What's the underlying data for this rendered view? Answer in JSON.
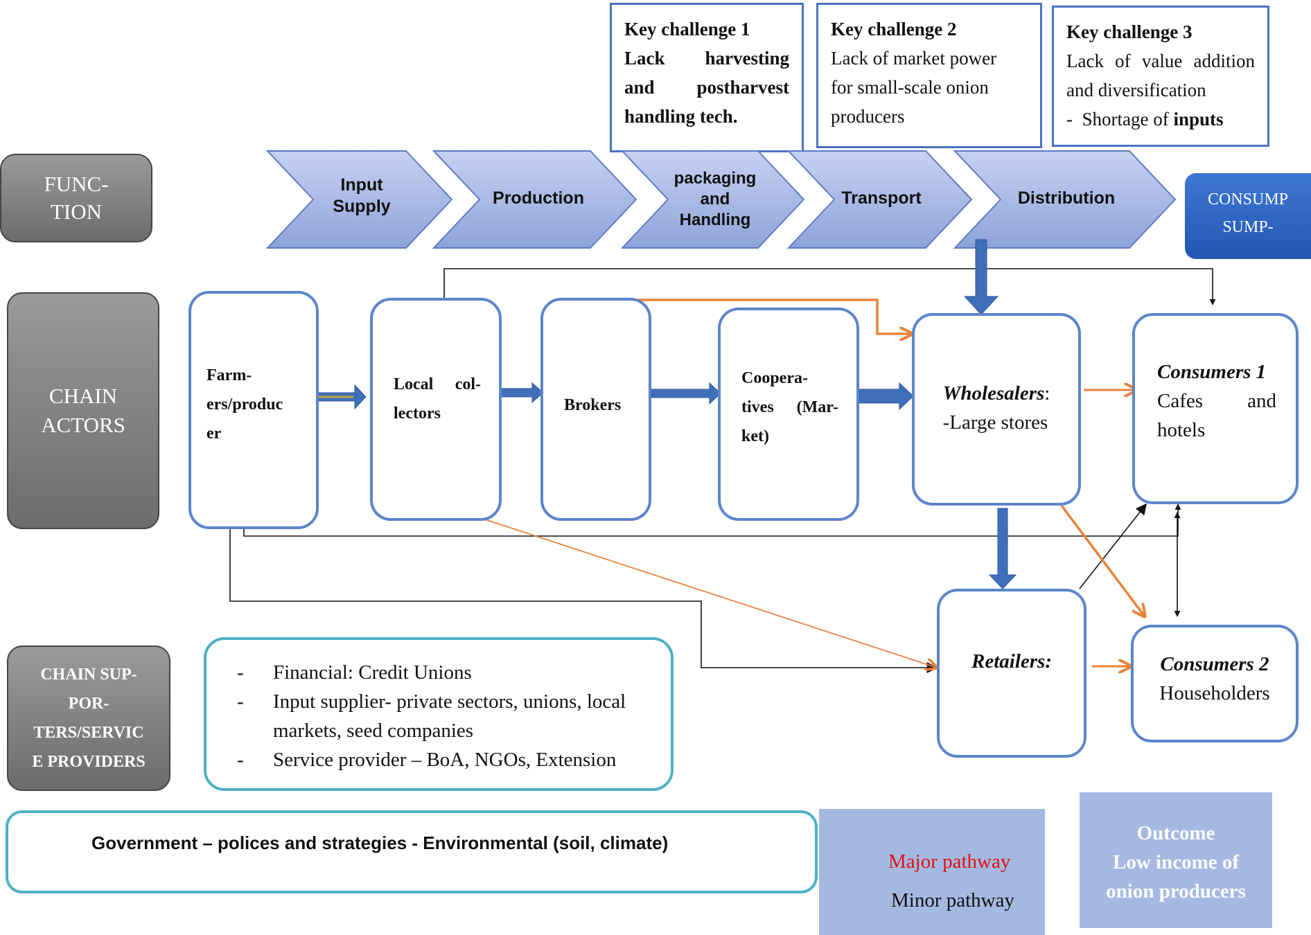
{
  "key_challenges": [
    {
      "title": "Key challenge 1",
      "lines": [
        "Lack harvesting",
        "and postharvest",
        "handling tech."
      ]
    },
    {
      "title": "Key challenge 2",
      "lines": [
        "Lack of market power",
        "for small-scale onion",
        "producers"
      ]
    },
    {
      "title": "Key challenge 3",
      "lines": [
        "Lack of value addition",
        "and diversification"
      ],
      "bullet_prefix": "-  Shortage of ",
      "bullet_bold": "inputs"
    }
  ],
  "side_labels": {
    "function": [
      "FUNC-",
      "TION"
    ],
    "chain_actors": [
      "CHAIN",
      "ACTORS"
    ],
    "chain_supporters": [
      "CHAIN SUP-",
      "POR-",
      "TERS/SERVIC",
      "E PROVIDERS"
    ]
  },
  "functions": [
    {
      "lines": [
        "Input",
        "Supply"
      ]
    },
    {
      "lines": [
        "Production"
      ]
    },
    {
      "lines": [
        "packaging",
        "and",
        "Handling"
      ]
    },
    {
      "lines": [
        "Transport"
      ]
    },
    {
      "lines": [
        "Distribution"
      ]
    }
  ],
  "consumption_box": [
    "CONSUMP",
    "SUMP-"
  ],
  "actors": {
    "farmers": [
      "Farm-",
      "ers/produc",
      "er"
    ],
    "local_collectors": [
      "Local col-",
      "lectors"
    ],
    "brokers": "Brokers",
    "cooperatives": [
      "Coopera-",
      "tives (Mar-",
      "ket)"
    ],
    "wholesalers_title": "Wholesalers",
    "wholesalers_colon": ":",
    "wholesalers_sub": "-Large stores",
    "consumers1_title": "Consumers 1",
    "consumers1_lines": [
      "Cafes and",
      "hotels"
    ],
    "retailers": "Retailers:",
    "consumers2_title": "Consumers 2",
    "consumers2_sub": "Householders"
  },
  "supporters": {
    "dash": "-",
    "items": [
      {
        "lines": [
          "Financial: Credit Unions"
        ]
      },
      {
        "lines": [
          "Input supplier- private sectors, unions, local",
          "markets, seed companies"
        ]
      },
      {
        "lines": [
          "Service provider – BoA, NGOs, Extension"
        ]
      }
    ]
  },
  "government": "Government – polices and strategies - Environmental (soil, climate)",
  "legend": {
    "major": "Major pathway",
    "minor": "Minor pathway"
  },
  "outcome": [
    "Outcome",
    "Low income of",
    "onion producers"
  ],
  "colors": {
    "major": "#e9823a",
    "minor": "#111111",
    "blue_arrow": "#3f6fb8",
    "chevron": "#a8b8e6",
    "legend_bg": "#a4b9e2"
  }
}
